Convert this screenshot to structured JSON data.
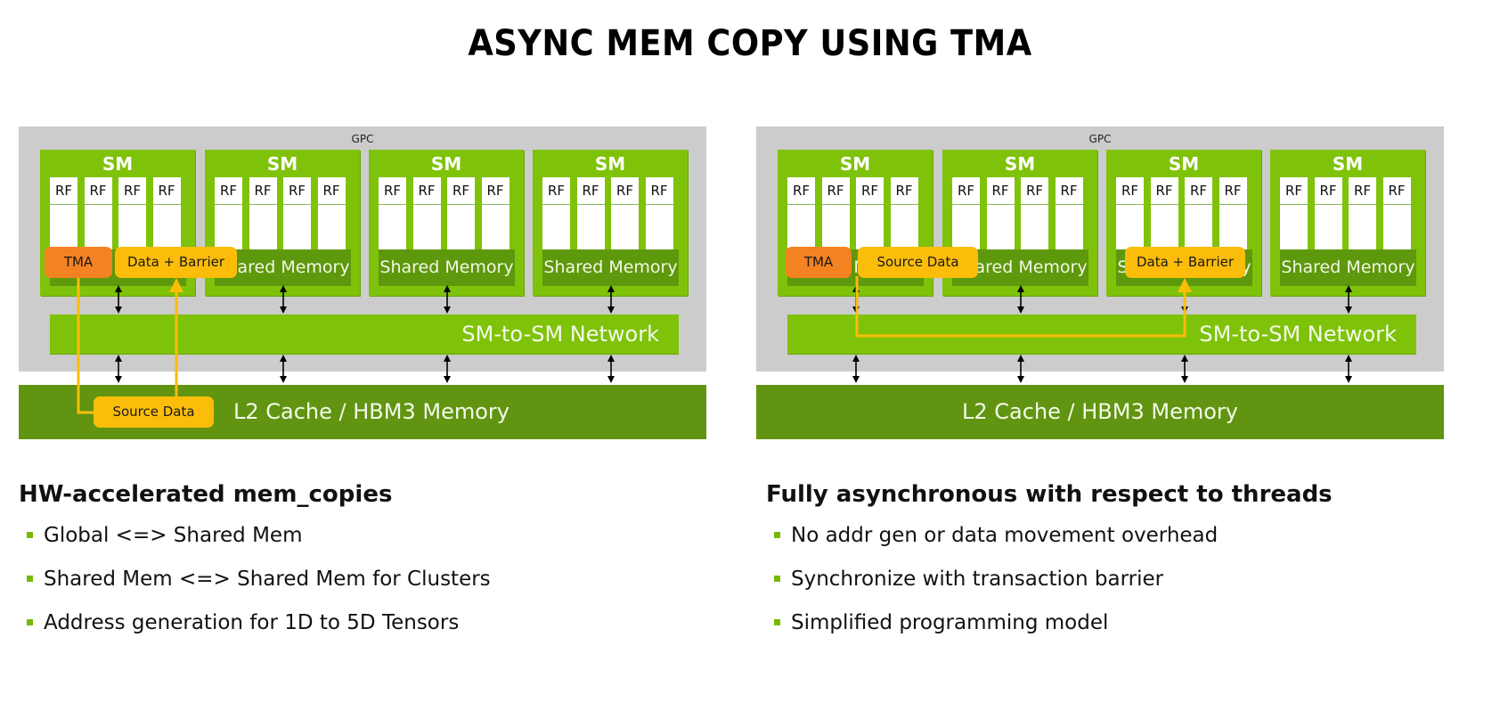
{
  "title": "ASYNC MEM COPY USING TMA",
  "colors": {
    "sm_green": "#7fc20a",
    "shared_memory_green": "#5e980c",
    "l2_green": "#619410",
    "gpc_gray": "#cccccc",
    "tma_orange": "#f58220",
    "data_yellow": "#fbbd0a",
    "bullet_green": "#76b900"
  },
  "diagram": {
    "gpc_label": "GPC",
    "sm_label": "SM",
    "rf_label": "RF",
    "shared_memory_label": "Shared Memory",
    "network_label": "SM-to-SM Network",
    "l2_label": "L2 Cache / HBM3 Memory"
  },
  "left_panel": {
    "tma_label": "TMA",
    "data_barrier_label": "Data + Barrier",
    "source_data_label": "Source Data",
    "heading": "HW-accelerated mem_copies",
    "bullets": [
      "Global <=> Shared Mem",
      "Shared Mem <=> Shared Mem for Clusters",
      "Address generation for 1D to 5D Tensors"
    ]
  },
  "right_panel": {
    "tma_label": "TMA",
    "source_data_label": "Source Data",
    "data_barrier_label": "Data + Barrier",
    "heading": "Fully asynchronous with respect to threads",
    "bullets": [
      "No addr gen or data movement overhead",
      "Synchronize with transaction barrier",
      "Simplified programming model"
    ]
  }
}
